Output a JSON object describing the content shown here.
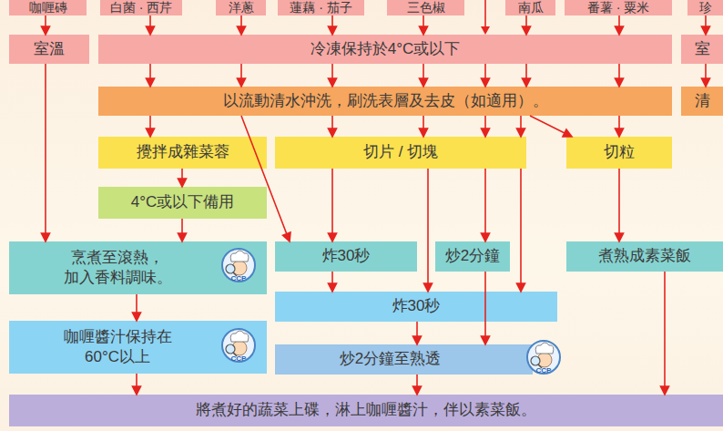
{
  "diagram": {
    "nodes": [
      {
        "text": [
          "咖喱磚"
        ]
      },
      {
        "text": [
          "白菌 · 西芹"
        ]
      },
      {
        "text": [
          "洋蔥"
        ]
      },
      {
        "text": [
          "蓮藕 · 茄子"
        ]
      },
      {
        "text": [
          "三色椒"
        ]
      },
      {
        "text": [
          "南瓜"
        ]
      },
      {
        "text": [
          "番薯 · 粟米"
        ]
      },
      {
        "text": [
          "珍"
        ]
      },
      {
        "text": [
          "室溫"
        ]
      },
      {
        "text": [
          "冷凍保持於4°C或以下"
        ]
      },
      {
        "text": [
          "室"
        ]
      },
      {
        "text": [
          "以流動清水沖洗，刷洗表層及去皮（如適用）。"
        ]
      },
      {
        "text": [
          "清"
        ]
      },
      {
        "text": [
          "攪拌成雜菜蓉"
        ]
      },
      {
        "text": [
          "切片 / 切塊"
        ]
      },
      {
        "text": [
          "切粒"
        ]
      },
      {
        "text": [
          "4°C或以下備用"
        ]
      },
      {
        "text": [
          "烹煮至滾熱， 加入香料調味。"
        ]
      },
      {
        "text": [
          "炸30秒"
        ]
      },
      {
        "text": [
          "炒2分鐘"
        ]
      },
      {
        "text": [
          "煮熟成素菜飯"
        ]
      },
      {
        "text": [
          "炸30秒"
        ]
      },
      {
        "text": [
          "咖喱醬汁保持在 60°C以上"
        ]
      },
      {
        "text": [
          "炒2分鐘至熟透"
        ]
      },
      {
        "text": [
          "將煮好的蔬菜上碟，淋上咖喱醬汁，伴以素菜飯。"
        ]
      }
    ],
    "edges": [
      {
        "from": 0,
        "to": 8,
        "arrow": "to"
      },
      {
        "from": 1,
        "to": 9,
        "arrow": "to"
      },
      {
        "from": 2,
        "to": 9,
        "arrow": "to"
      },
      {
        "from": 3,
        "to": 9,
        "arrow": "to"
      },
      {
        "from": 4,
        "to": 9,
        "arrow": "to"
      },
      {
        "from": 5,
        "to": 9,
        "arrow": "to"
      },
      {
        "from": 6,
        "to": 9,
        "arrow": "to"
      },
      {
        "from": 7,
        "to": 10,
        "arrow": "to"
      },
      {
        "from": 8,
        "to": 17,
        "arrow": "to"
      },
      {
        "from": 9,
        "to": 11,
        "arrow": "to"
      },
      {
        "from": 10,
        "to": 12,
        "arrow": "to"
      },
      {
        "from": 11,
        "to": 13,
        "arrow": "to"
      },
      {
        "from": 11,
        "to": 18,
        "arrow": "to"
      },
      {
        "from": 11,
        "to": 14,
        "arrow": "to"
      },
      {
        "from": 11,
        "to": 15,
        "arrow": "to"
      },
      {
        "from": 13,
        "to": 16,
        "arrow": "to"
      },
      {
        "from": 16,
        "to": 17,
        "arrow": "to"
      },
      {
        "from": 14,
        "to": 18,
        "arrow": "to"
      },
      {
        "from": 14,
        "to": 21,
        "arrow": "to"
      },
      {
        "from": 14,
        "to": 19,
        "arrow": "to"
      },
      {
        "from": 15,
        "to": 20,
        "arrow": "to"
      },
      {
        "from": 17,
        "to": 22,
        "arrow": "to"
      },
      {
        "from": 18,
        "to": 21,
        "arrow": "to"
      },
      {
        "from": 21,
        "to": 23,
        "arrow": "to"
      },
      {
        "from": 19,
        "to": 23,
        "arrow": "to"
      },
      {
        "from": 22,
        "to": 24,
        "arrow": "to"
      },
      {
        "from": 23,
        "to": 24,
        "arrow": "to"
      },
      {
        "from": 20,
        "to": 24,
        "arrow": "to"
      }
    ],
    "labels": [
      "CCP",
      "CCP",
      "CCP"
    ]
  }
}
